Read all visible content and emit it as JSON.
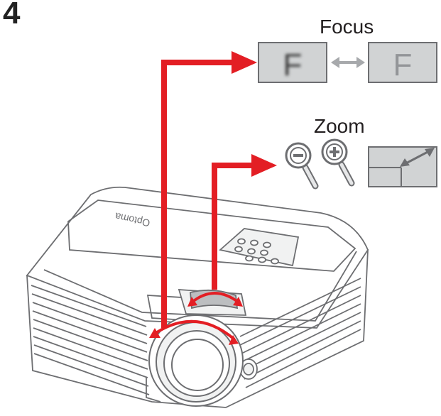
{
  "step_number": "4",
  "focus": {
    "label": "Focus",
    "blurred_letter": "F",
    "sharp_letter": "F"
  },
  "zoom": {
    "label": "Zoom"
  },
  "projector": {
    "brand": "Optoma"
  },
  "colors": {
    "arrow_red": "#e31e24",
    "outline": "#6d6e71",
    "panel_fill": "#d1d3d4",
    "double_arrow": "#a7a9ac",
    "text": "#231f20"
  }
}
